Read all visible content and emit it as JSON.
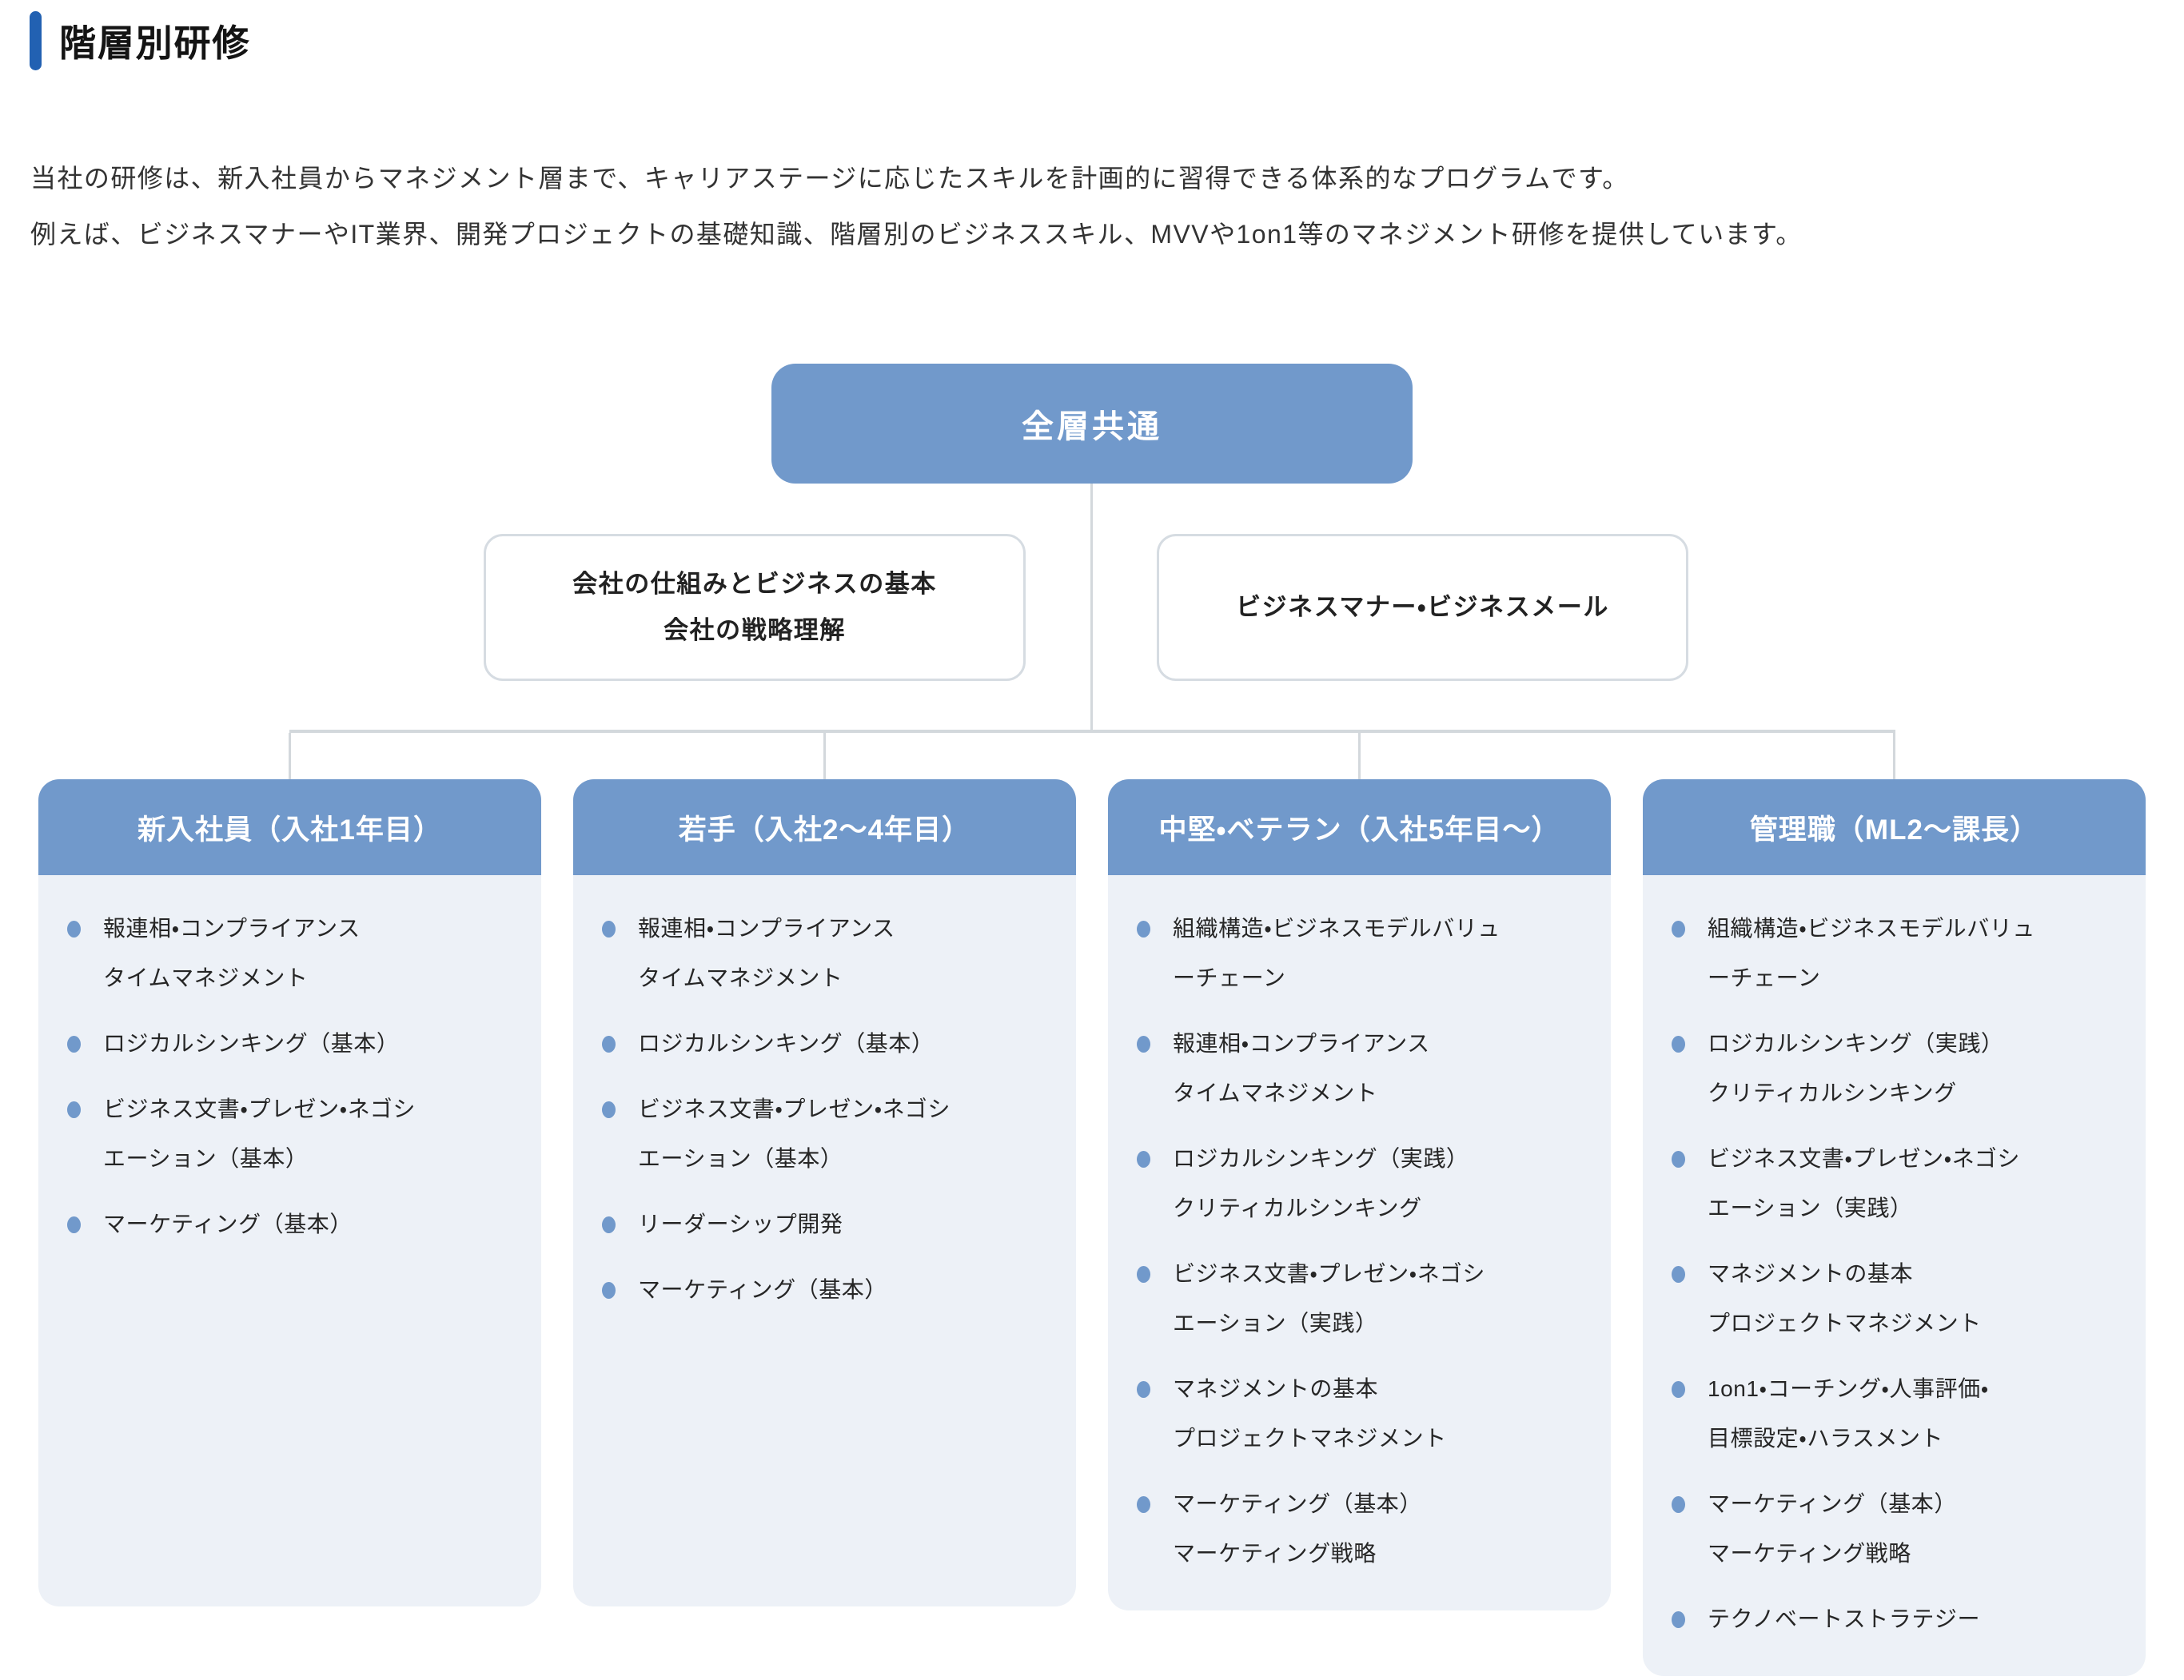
{
  "page": {
    "title": "階層別研修",
    "description_lines": [
      "当社の研修は、新入社員からマネジメント層まで、キャリアステージに応じたスキルを計画的に習得できる体系的なプログラムです。",
      "例えば、ビジネスマナーやIT業界、開発プロジェクトの基礎知識、階層別のビジネススキル、MVVや1on1等のマネジメント研修を提供しています。"
    ]
  },
  "colors": {
    "accent_blue": "#2261B2",
    "node_blue": "#7199CB",
    "panel_background": "#EDF1F7",
    "bullet_blue": "#7199CB",
    "connector_gray": "#D3D8DC",
    "box_border_gray": "#D6DCE2",
    "heading_text": "#141414",
    "body_text": "#333333",
    "item_text": "#262626"
  },
  "diagram": {
    "root": {
      "label": "全層共通"
    },
    "common_boxes": [
      {
        "lines": [
          "会社の仕組みとビジネスの基本",
          "会社の戦略理解"
        ]
      },
      {
        "lines": [
          "ビジネスマナー・ビジネスメール"
        ]
      }
    ],
    "columns": [
      {
        "header": "新入社員（入社1年目）",
        "items": [
          {
            "lines": [
              "報連相・コンプライアンス",
              "タイムマネジメント"
            ]
          },
          {
            "lines": [
              "ロジカルシンキング（基本）"
            ]
          },
          {
            "lines": [
              "ビジネス文書・プレゼン・ネゴシ",
              "エーション（基本）"
            ]
          },
          {
            "lines": [
              "マーケティング（基本）"
            ]
          }
        ]
      },
      {
        "header": "若手（入社2〜4年目）",
        "items": [
          {
            "lines": [
              "報連相・コンプライアンス",
              "タイムマネジメント"
            ]
          },
          {
            "lines": [
              "ロジカルシンキング（基本）"
            ]
          },
          {
            "lines": [
              "ビジネス文書・プレゼン・ネゴシ",
              "エーション（基本）"
            ]
          },
          {
            "lines": [
              "リーダーシップ開発"
            ]
          },
          {
            "lines": [
              "マーケティング（基本）"
            ]
          }
        ]
      },
      {
        "header": "中堅・ベテラン（入社5年目〜）",
        "items": [
          {
            "lines": [
              "組織構造・ビジネスモデルバリュ",
              "ーチェーン"
            ]
          },
          {
            "lines": [
              "報連相・コンプライアンス",
              "タイムマネジメント"
            ]
          },
          {
            "lines": [
              "ロジカルシンキング（実践）",
              "クリティカルシンキング"
            ]
          },
          {
            "lines": [
              "ビジネス文書・プレゼン・ネゴシ",
              "エーション（実践）"
            ]
          },
          {
            "lines": [
              "マネジメントの基本",
              "プロジェクトマネジメント"
            ]
          },
          {
            "lines": [
              "マーケティング（基本）",
              "マーケティング戦略"
            ]
          }
        ]
      },
      {
        "header": "管理職（ML2〜課長）",
        "items": [
          {
            "lines": [
              "組織構造・ビジネスモデルバリュ",
              "ーチェーン"
            ]
          },
          {
            "lines": [
              "ロジカルシンキング（実践）",
              "クリティカルシンキング"
            ]
          },
          {
            "lines": [
              "ビジネス文書・プレゼン・ネゴシ",
              "エーション（実践）"
            ]
          },
          {
            "lines": [
              "マネジメントの基本",
              "プロジェクトマネジメント"
            ]
          },
          {
            "lines": [
              "1on1・コーチング・人事評価・",
              "目標設定・ハラスメント"
            ]
          },
          {
            "lines": [
              "マーケティング（基本）",
              "マーケティング戦略"
            ]
          },
          {
            "lines": [
              "テクノベートストラテジー"
            ]
          }
        ]
      }
    ]
  }
}
